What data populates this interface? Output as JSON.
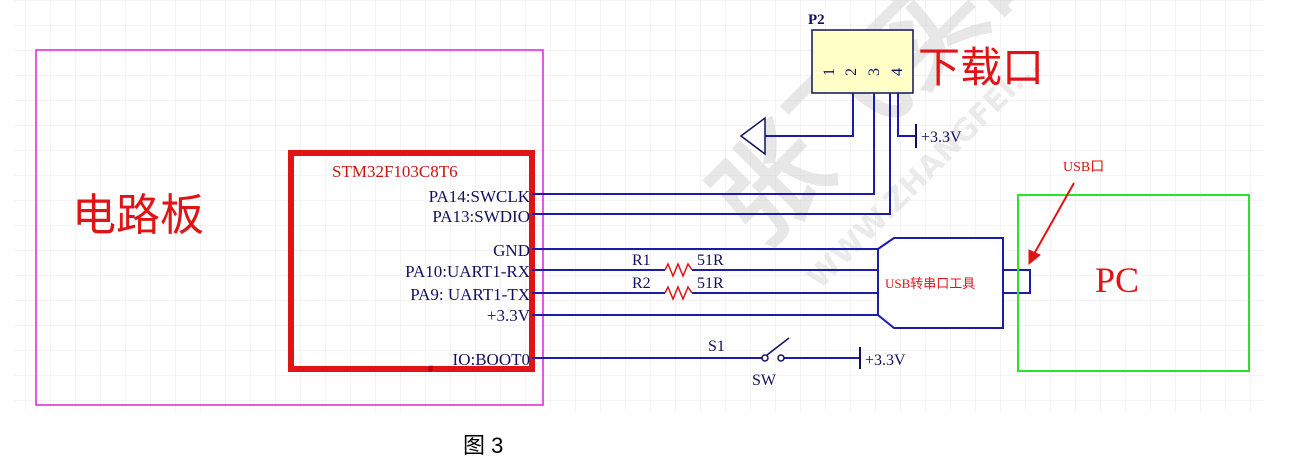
{
  "colors": {
    "wire": "#1c1ca8",
    "mcu_border": "#e01414",
    "board_border": "#e020e0",
    "pc_border": "#30e030",
    "red_text": "#e01414",
    "dark_text": "#101060",
    "grid": "#e6e6e6",
    "watermark": "#d8d8d8"
  },
  "board": {
    "label": "电路板"
  },
  "mcu": {
    "name": "STM32F103C8T6",
    "pins": {
      "swclk": "PA14:SWCLK",
      "swdio": "PA13:SWDIO",
      "gnd": "GND",
      "rx": "PA10:UART1-RX",
      "tx": "PA9:  UART1-TX",
      "vcc": "+3.3V",
      "boot0": "IO:BOOT0"
    }
  },
  "connector": {
    "ref": "P2",
    "pin_numbers": [
      "1",
      "2",
      "3",
      "4"
    ],
    "label": "下载口",
    "power": "+3.3V"
  },
  "resistors": [
    {
      "ref": "R1",
      "value": "51R"
    },
    {
      "ref": "R2",
      "value": "51R"
    }
  ],
  "switch": {
    "ref": "S1",
    "type": "SW",
    "power": "+3.3V"
  },
  "usb_tool": {
    "label": "USB转串口工具"
  },
  "pc": {
    "label": "PC",
    "usb_port": "USB口"
  },
  "watermark": {
    "line1": "张飞实战",
    "line2": "WWW.ZHANGFEI..."
  },
  "caption": "图 3"
}
